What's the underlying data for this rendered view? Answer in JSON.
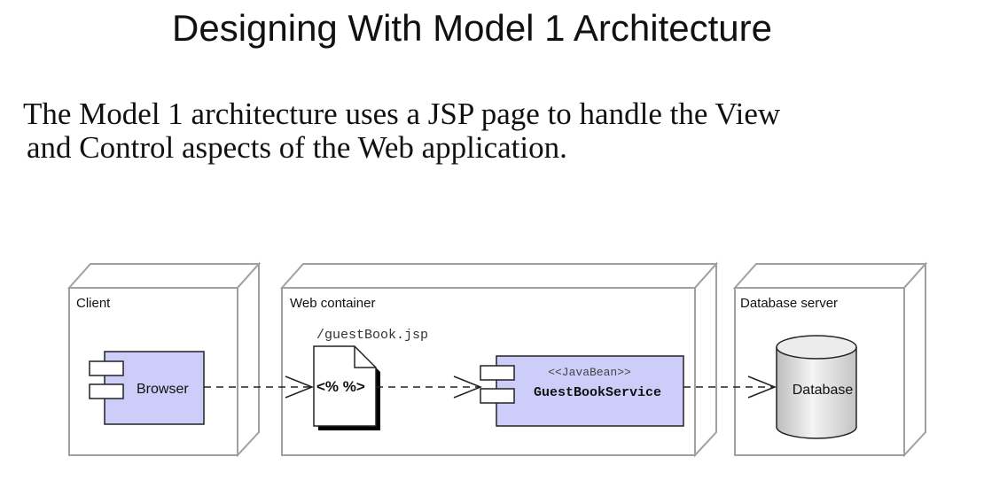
{
  "slide": {
    "title": "Designing With Model 1 Architecture",
    "subtitle_line1": "The Model 1 architecture uses a JSP page to handle the View",
    "subtitle_line2": "and Control aspects of the Web application."
  },
  "diagram": {
    "nodes": {
      "client": "Client",
      "web_container": "Web container",
      "database_server": "Database server"
    },
    "components": {
      "browser": "Browser",
      "jsp_filename": "/guestBook.jsp",
      "jsp_symbol": "<% %>",
      "bean_stereotype": "<<JavaBean>>",
      "bean_name": "GuestBookService",
      "database": "Database"
    },
    "colors": {
      "component_fill": "#cccdf9",
      "node_stroke": "#a0a0a0",
      "database_fill": "#e0e0e0"
    }
  }
}
